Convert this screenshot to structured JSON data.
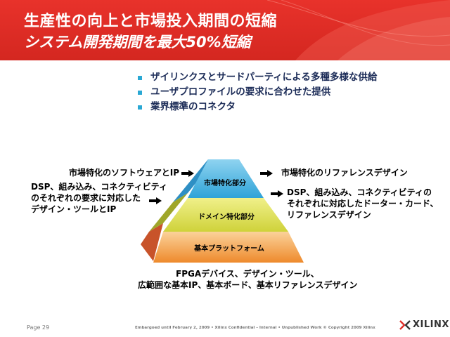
{
  "header": {
    "title": "生産性の向上と市場投入期間の短縮",
    "subtitle": "システム開発期間を最大50%短縮"
  },
  "bullets": [
    "ザイリンクスとサードパーティによる多種多様な供給",
    "ユーザプロファイルの要求に合わせた提供",
    "業界標準のコネクタ"
  ],
  "pyramid": {
    "top": "市場特化部分",
    "middle": "ドメイン特化部分",
    "bottom": "基本プラットフォーム"
  },
  "left_labels": {
    "top": "市場特化のソフトウェアとIP",
    "middle": [
      "DSP、組み込み、コネクティビティ",
      "のそれぞれの要求に対応した",
      "デザイン・ツールとIP"
    ]
  },
  "right_labels": {
    "top": "市場特化のリファレンスデザイン",
    "middle": [
      "DSP、組み込み、コネクティビティの",
      "それぞれに対応したドーター・カード、",
      "リファレンスデザイン"
    ]
  },
  "bottom_labels": [
    "FPGAデバイス、デザイン・ツール、",
    "広範囲な基本IP、基本ボード、基本リファレンスデザイン"
  ],
  "footer": {
    "page": "Page 29",
    "confidential": "Embargoed until February 2, 2009 • Xilinx Confidential – Internal • Unpublished Work © Copyright 2009 Xilinx",
    "logo": "XILINX."
  },
  "colors": {
    "header_red": "#e0302a",
    "bullet_square": "#2aa8d4",
    "top_tier": "#4ab9e3",
    "middle_tier": "#d9dc4a",
    "bottom_tier": "#f19a3e",
    "side_shadow": "#c8532a"
  }
}
